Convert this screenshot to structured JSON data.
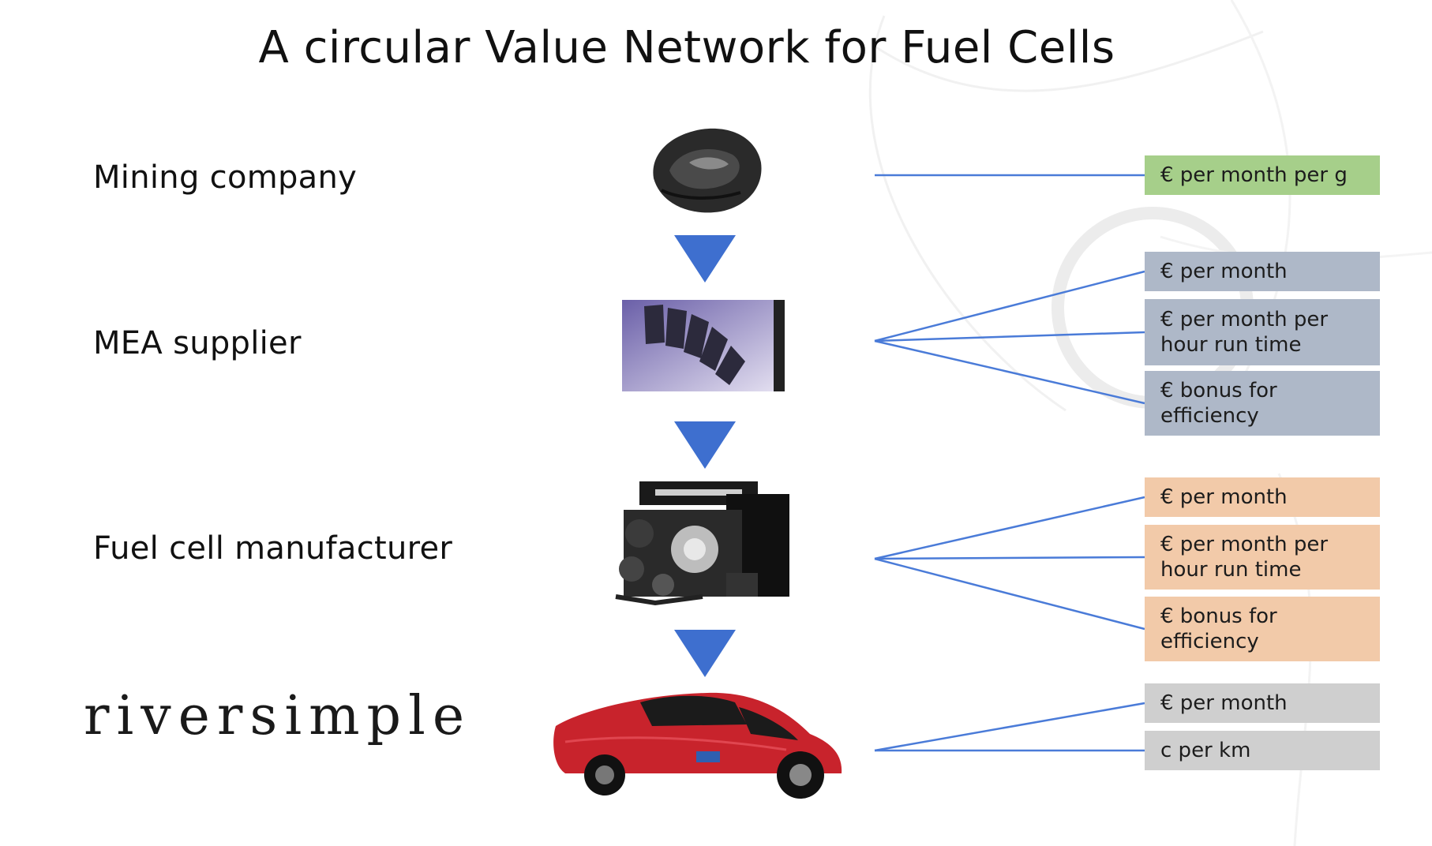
{
  "title": "A circular Value Network for Fuel Cells",
  "stages": [
    {
      "label": "Mining company",
      "image": "ore-rock-image"
    },
    {
      "label": "MEA supplier",
      "image": "mea-membrane-image"
    },
    {
      "label": "Fuel cell manufacturer",
      "image": "fuel-cell-stack-image"
    },
    {
      "label": "riversimple",
      "image": "red-car-image"
    }
  ],
  "payment_groups": {
    "mining": [
      "€ per month per g"
    ],
    "mea": [
      "€ per month",
      "€ per month per hour run time",
      "€ bonus for efficiency"
    ],
    "fuel_cell": [
      "€ per month",
      "€ per month per hour run time",
      "€ bonus for efficiency"
    ],
    "riversimple": [
      "€ per month",
      "c per km"
    ]
  },
  "colors": {
    "mining": "#a6cf8a",
    "mea": "#aeb8c8",
    "fuel_cell": "#f2caa9",
    "riversimple": "#cfcfcf",
    "arrow": "#3e6fcf",
    "connector": "#4a7bd8"
  }
}
